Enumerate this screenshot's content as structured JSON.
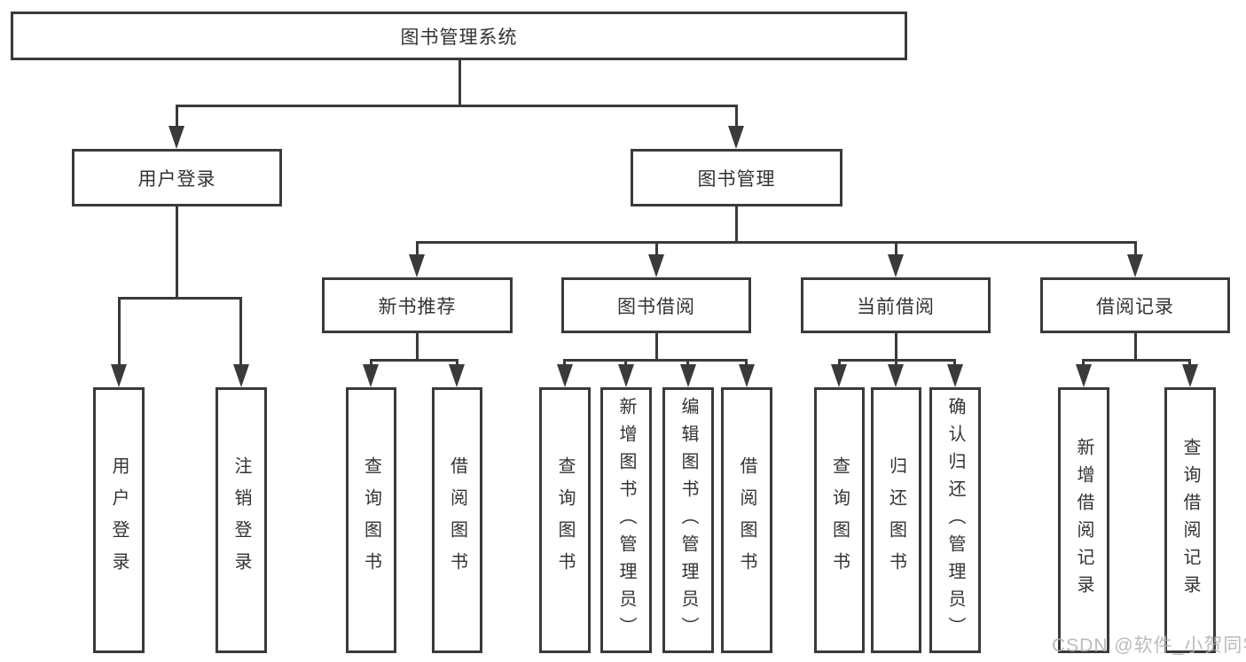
{
  "diagram_title": "图书管理系统",
  "tree": {
    "root": {
      "label": "图书管理系统"
    },
    "level2": [
      {
        "label": "用户登录",
        "parent": "图书管理系统",
        "children_labels": [
          "用户登录",
          "注销登录"
        ]
      },
      {
        "label": "图书管理",
        "parent": "图书管理系统",
        "children_labels": [
          "新书推荐",
          "图书借阅",
          "当前借阅",
          "借阅记录"
        ]
      }
    ],
    "level3": [
      {
        "label": "新书推荐",
        "parent": "图书管理",
        "children_labels": [
          "查询图书",
          "借阅图书"
        ]
      },
      {
        "label": "图书借阅",
        "parent": "图书管理",
        "children_labels": [
          "查询图书",
          "新增图书（管理员）",
          "编辑图书（管理员）",
          "借阅图书"
        ]
      },
      {
        "label": "当前借阅",
        "parent": "图书管理",
        "children_labels": [
          "查询图书",
          "归还图书",
          "确认归还（管理员）"
        ]
      },
      {
        "label": "借阅记录",
        "parent": "图书管理",
        "children_labels": [
          "新增借阅记录",
          "查询借阅记录"
        ]
      }
    ],
    "leaves": [
      {
        "label": "用户登录",
        "parent": "用户登录"
      },
      {
        "label": "注销登录",
        "parent": "用户登录"
      },
      {
        "label": "查询图书",
        "parent": "新书推荐"
      },
      {
        "label": "借阅图书",
        "parent": "新书推荐"
      },
      {
        "label": "查询图书",
        "parent": "图书借阅"
      },
      {
        "label": "新增图书（管理员）",
        "parent": "图书借阅"
      },
      {
        "label": "编辑图书（管理员）",
        "parent": "图书借阅"
      },
      {
        "label": "借阅图书",
        "parent": "图书借阅"
      },
      {
        "label": "查询图书",
        "parent": "当前借阅"
      },
      {
        "label": "归还图书",
        "parent": "当前借阅"
      },
      {
        "label": "确认归还（管理员）",
        "parent": "当前借阅"
      },
      {
        "label": "新增借阅记录",
        "parent": "借阅记录"
      },
      {
        "label": "查询借阅记录",
        "parent": "借阅记录"
      }
    ]
  },
  "watermark": {
    "text": "CSDN @软件_小贺同学"
  },
  "colors": {
    "line": "#3a3a3a",
    "box_border": "#3a3a3a",
    "text": "#333333",
    "background": "#ffffff",
    "watermark": "#b0b0b0"
  }
}
